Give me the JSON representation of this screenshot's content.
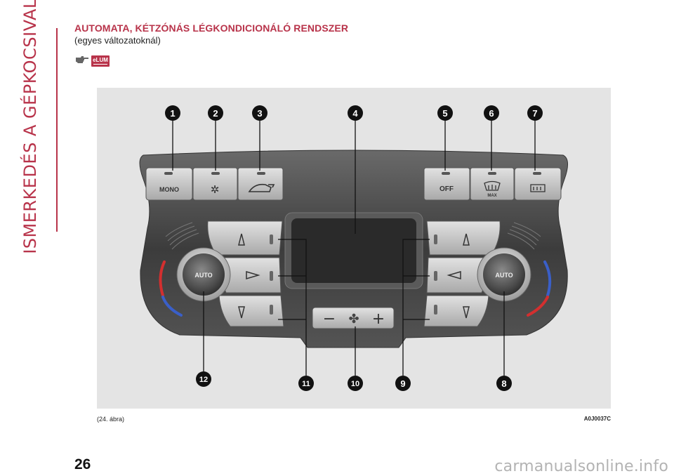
{
  "side_title": "ISMERKEDÉS A GÉPKOCSIVAL",
  "heading": "AUTOMATA, KÉTZÓNÁS LÉGKONDICIONÁLÓ RENDSZER",
  "subheading": "(egyes változatoknál)",
  "badge": "eLUM",
  "icons": {
    "hand": "pointing-hand-icon"
  },
  "colors": {
    "accent": "#b8334a",
    "panel": "#4a4a4a",
    "hot": "#d32f2f",
    "cold": "#3a5fc8"
  },
  "figure": {
    "caption": "(24. ábra)",
    "code": "A0J0037C",
    "callouts": [
      "1",
      "2",
      "3",
      "4",
      "5",
      "6",
      "7",
      "8",
      "9",
      "10",
      "11",
      "12"
    ],
    "buttons": {
      "mono": "MONO",
      "off": "OFF",
      "max": "MAX",
      "auto_left": "AUTO",
      "auto_right": "AUTO",
      "fan_minus": "−",
      "fan_plus": "+"
    }
  },
  "page_number": "26",
  "watermark": "carmanualsonline.info"
}
